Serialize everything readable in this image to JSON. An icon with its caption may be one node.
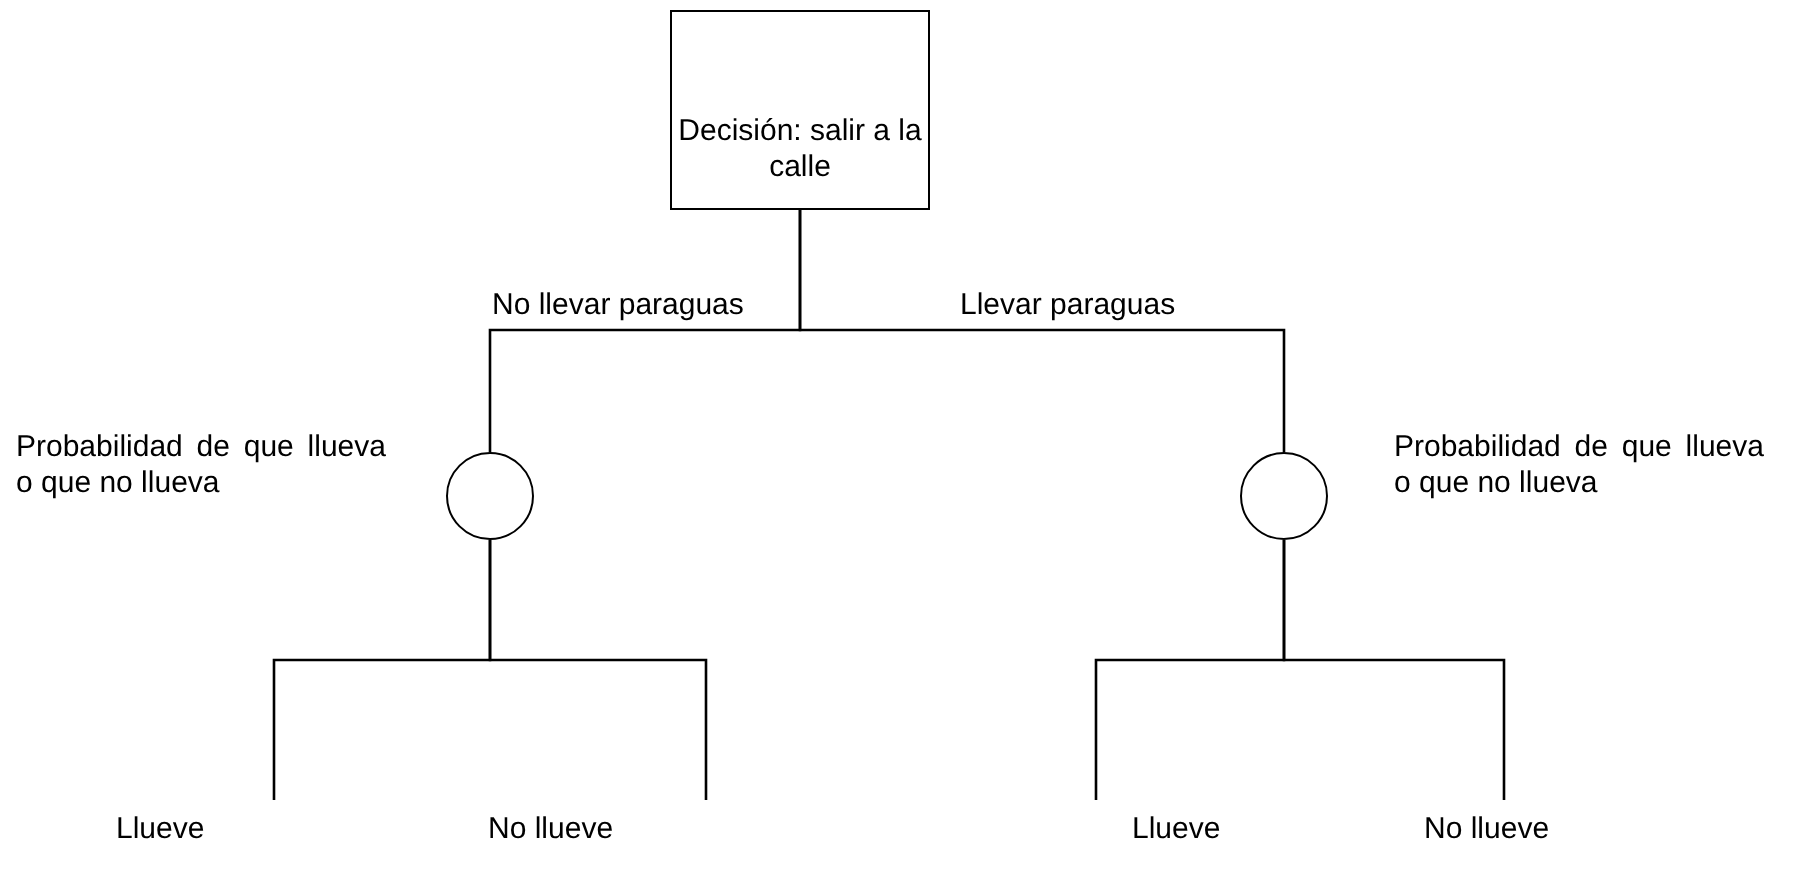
{
  "diagram": {
    "nodes": [
      {
        "text": [
          "Decisión: salir a la calle"
        ]
      },
      {
        "text": [],
        "shape": "circle",
        "beside": [
          "Probabilidad de que llueva o que no llueva"
        ]
      },
      {
        "text": [],
        "shape": "circle",
        "beside": [
          "Probabilidad de que llueva o que no llueva"
        ]
      },
      {
        "text": [
          "Llueve"
        ]
      },
      {
        "text": [
          "No llueve"
        ]
      },
      {
        "text": [
          "Llueve"
        ]
      },
      {
        "text": [
          "No llueve"
        ]
      }
    ],
    "edges": [
      {
        "from": 0,
        "to": 1,
        "arrow": "none",
        "label": "No llevar paraguas"
      },
      {
        "from": 0,
        "to": 2,
        "arrow": "none",
        "label": "Llevar paraguas"
      },
      {
        "from": 1,
        "to": 3,
        "arrow": "none"
      },
      {
        "from": 1,
        "to": 4,
        "arrow": "none"
      },
      {
        "from": 2,
        "to": 5,
        "arrow": "none"
      },
      {
        "from": 2,
        "to": 6,
        "arrow": "none"
      }
    ]
  }
}
